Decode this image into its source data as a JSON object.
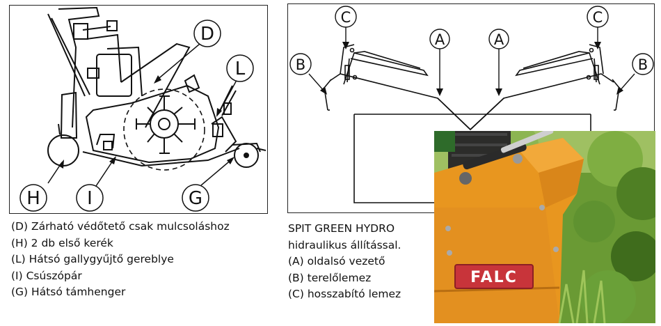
{
  "left_diagram": {
    "callouts": {
      "D": "D",
      "L": "L",
      "H": "H",
      "I": "I",
      "G": "G"
    }
  },
  "left_legend": [
    "(D) Zárható védőtető csak mulcsoláshoz",
    "(H) 2 db első kerék",
    "(L) Hátsó gallygyűjtő gereblye",
    "(I)  Csúszópár",
    "(G) Hátsó támhenger"
  ],
  "right_diagram": {
    "callouts": {
      "C_left": "C",
      "C_right": "C",
      "A_left": "A",
      "A_right": "A",
      "B_left": "B",
      "B_right": "B"
    }
  },
  "right_legend": {
    "title_line1": "SPIT GREEN HYDRO",
    "title_line2": "hidraulikus állítással.",
    "items": [
      "(A) oldalsó vezető",
      "(B) terelőlemez",
      "(C) hosszabító lemez"
    ]
  },
  "photo": {
    "brand": "FALC",
    "colors": {
      "body": "#e8961f",
      "foliage": "#5d8a2e",
      "brand_plate": "#c8343a"
    }
  }
}
